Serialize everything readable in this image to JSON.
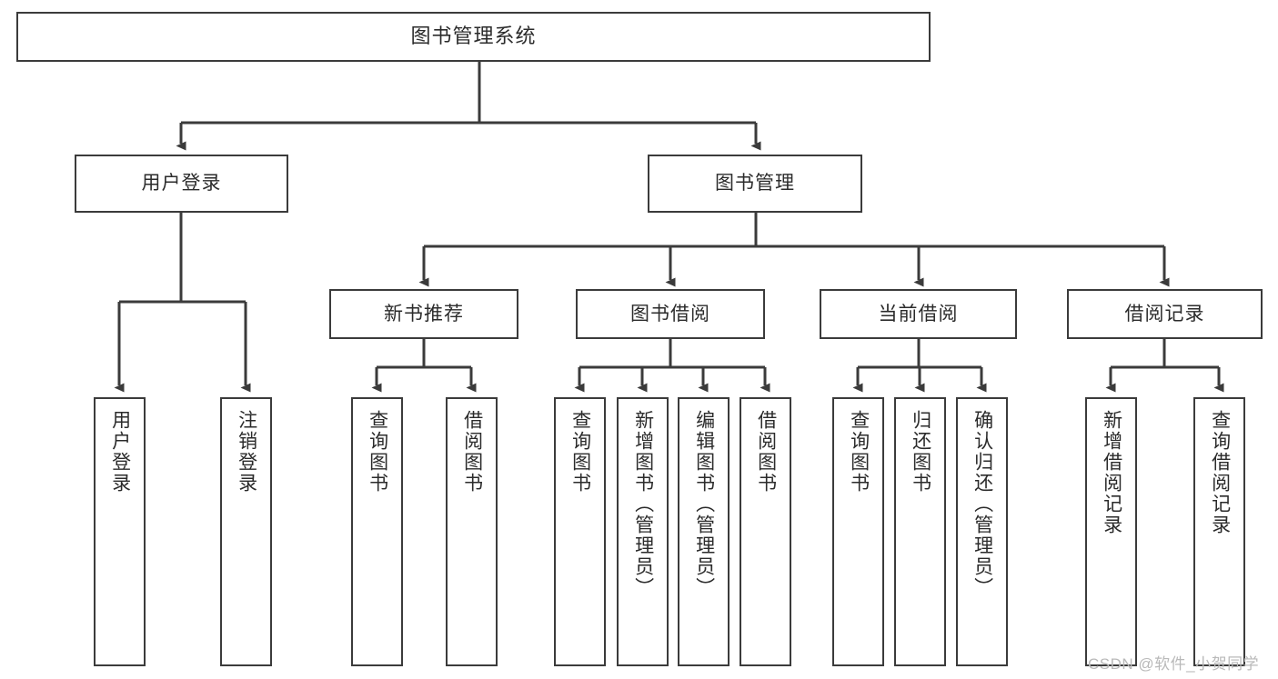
{
  "diagram": {
    "title": "图书管理系统",
    "type": "tree-hierarchy",
    "watermark": "CSDN @软件_小贺同学",
    "colors": {
      "stroke": "#3b3b3b",
      "fill": "#ffffff",
      "text": "#2b2b2b",
      "watermark": "#b9b9b9"
    },
    "levels": {
      "root": {
        "label": "图书管理系统"
      },
      "level2": [
        {
          "id": "user-login",
          "label": "用户登录"
        },
        {
          "id": "book-manage",
          "label": "图书管理"
        }
      ],
      "level3": [
        {
          "id": "new-book-recommend",
          "label": "新书推荐",
          "parent": "book-manage"
        },
        {
          "id": "book-borrow",
          "label": "图书借阅",
          "parent": "book-manage"
        },
        {
          "id": "current-borrow",
          "label": "当前借阅",
          "parent": "book-manage"
        },
        {
          "id": "borrow-record",
          "label": "借阅记录",
          "parent": "book-manage"
        }
      ],
      "leaves": [
        {
          "id": "leaf-user-login",
          "label": "用户登录",
          "parent": "user-login"
        },
        {
          "id": "leaf-user-logout",
          "label": "注销登录",
          "parent": "user-login"
        },
        {
          "id": "leaf-query-book-1",
          "label": "查询图书",
          "parent": "new-book-recommend"
        },
        {
          "id": "leaf-borrow-book-1",
          "label": "借阅图书",
          "parent": "new-book-recommend"
        },
        {
          "id": "leaf-query-book-2",
          "label": "查询图书",
          "parent": "book-borrow"
        },
        {
          "id": "leaf-add-book",
          "label": "新增图书（管理员）",
          "parent": "book-borrow"
        },
        {
          "id": "leaf-edit-book",
          "label": "编辑图书（管理员）",
          "parent": "book-borrow"
        },
        {
          "id": "leaf-borrow-book-2",
          "label": "借阅图书",
          "parent": "book-borrow"
        },
        {
          "id": "leaf-query-book-3",
          "label": "查询图书",
          "parent": "current-borrow"
        },
        {
          "id": "leaf-return-book",
          "label": "归还图书",
          "parent": "current-borrow"
        },
        {
          "id": "leaf-confirm-return",
          "label": "确认归还（管理员）",
          "parent": "current-borrow"
        },
        {
          "id": "leaf-add-record",
          "label": "新增借阅记录",
          "parent": "borrow-record"
        },
        {
          "id": "leaf-query-record",
          "label": "查询借阅记录",
          "parent": "borrow-record"
        }
      ]
    }
  }
}
